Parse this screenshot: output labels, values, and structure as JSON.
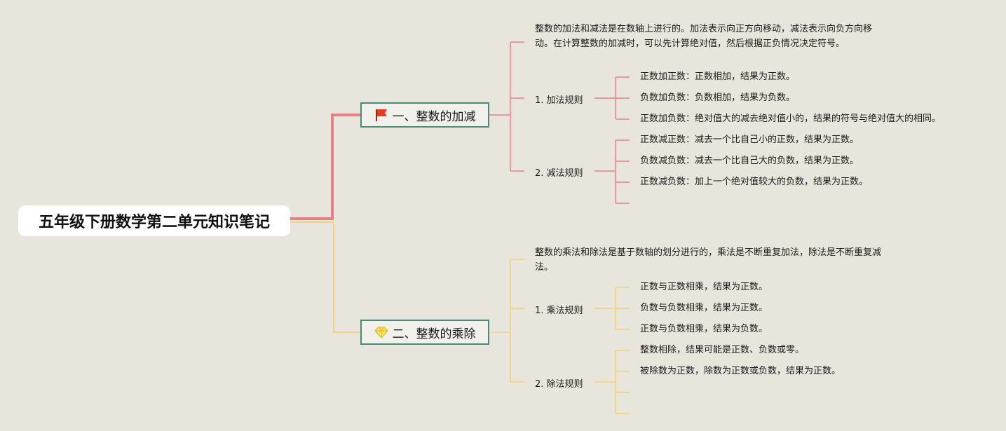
{
  "root": {
    "title": "五年级下册数学第二单元知识笔记"
  },
  "branches": [
    {
      "title": "一、整数的加减",
      "icon": "red-flag-icon",
      "color": "#e9838a",
      "intro": "整数的加法和减法是在数轴上进行的。加法表示向正方向移动，减法表示向负方向移动。在计算整数的加减时，可以先计算绝对值，然后根据正负情况决定符号。",
      "groups": [
        {
          "label": "1. 加法规则",
          "items": [
            "正数加正数：正数相加，结果为正数。",
            "负数加负数：负数相加，结果为负数。",
            "正数加负数：绝对值大的减去绝对值小的，结果的符号与绝对值大的相同。"
          ]
        },
        {
          "label": "2. 减法规则",
          "items": [
            "正数减正数：减去一个比自己小的正数，结果为正数。",
            "负数减负数：减去一个比自己大的负数，结果为正数。",
            "正数减负数：加上一个绝对值较大的负数，结果为正数。"
          ]
        }
      ]
    },
    {
      "title": "二、整数的乘除",
      "icon": "gem-icon",
      "color": "#f3d27e",
      "intro": "整数的乘法和除法是基于数轴的划分进行的，乘法是不断重复加法，除法是不断重复减法。",
      "groups": [
        {
          "label": "1. 乘法规则",
          "items": [
            "正数与正数相乘，结果为正数。",
            "负数与负数相乘，结果为正数。",
            "正数与负数相乘，结果为负数。"
          ]
        },
        {
          "label": "2. 除法规则",
          "items": [
            "整数相除，结果可能是正数、负数或零。",
            "被除数为正数，除数为正数或负数，结果为正数。"
          ]
        }
      ]
    }
  ]
}
